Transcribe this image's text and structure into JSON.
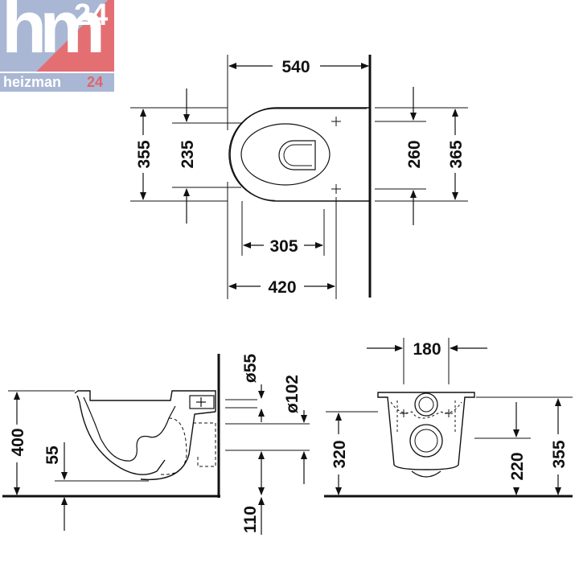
{
  "logo": {
    "mark": "hm",
    "number": "24",
    "name": "heizman",
    "name_number": "24"
  },
  "dimensions": {
    "top_view": {
      "length": "540",
      "width_outer": "355",
      "width_inner": "235",
      "rear_width": "260",
      "rear_outer": "365",
      "bowl_length": "305",
      "overall_to_flange": "420"
    },
    "side_view": {
      "height": "400",
      "bowl_depth": "55",
      "pipe_small": "ø55",
      "pipe_large": "ø102",
      "drain_height": "110"
    },
    "rear_view": {
      "bolt_spacing": "180",
      "outlet_height": "320",
      "inlet_height": "220",
      "total_height": "355"
    }
  },
  "colors": {
    "line": "#111111",
    "logo_blue": "#a9b7d4",
    "logo_red": "#e46f73"
  }
}
